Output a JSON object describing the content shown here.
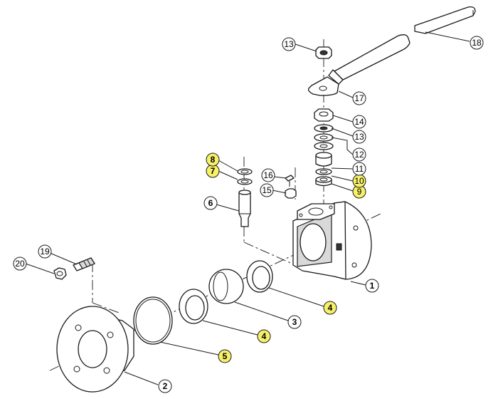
{
  "highlight_color": "#f7f06a",
  "callouts": [
    {
      "label": "1",
      "highlighted": false,
      "bold": true
    },
    {
      "label": "2",
      "highlighted": false,
      "bold": true
    },
    {
      "label": "3",
      "highlighted": false,
      "bold": true
    },
    {
      "label": "4",
      "highlighted": true,
      "bold": true
    },
    {
      "label": "4",
      "highlighted": true,
      "bold": true
    },
    {
      "label": "5",
      "highlighted": true,
      "bold": true
    },
    {
      "label": "6",
      "highlighted": false,
      "bold": true
    },
    {
      "label": "7",
      "highlighted": true,
      "bold": true
    },
    {
      "label": "8",
      "highlighted": true,
      "bold": true
    },
    {
      "label": "9",
      "highlighted": true,
      "bold": false
    },
    {
      "label": "10",
      "highlighted": true,
      "bold": false
    },
    {
      "label": "11",
      "highlighted": false,
      "bold": false
    },
    {
      "label": "12",
      "highlighted": false,
      "bold": false
    },
    {
      "label": "13",
      "highlighted": false,
      "bold": false
    },
    {
      "label": "13",
      "highlighted": false,
      "bold": false
    },
    {
      "label": "14",
      "highlighted": false,
      "bold": false
    },
    {
      "label": "15",
      "highlighted": false,
      "bold": false
    },
    {
      "label": "16",
      "highlighted": false,
      "bold": false
    },
    {
      "label": "17",
      "highlighted": false,
      "bold": false
    },
    {
      "label": "18",
      "highlighted": false,
      "bold": false
    },
    {
      "label": "19",
      "highlighted": false,
      "bold": false
    },
    {
      "label": "20",
      "highlighted": false,
      "bold": false
    }
  ]
}
